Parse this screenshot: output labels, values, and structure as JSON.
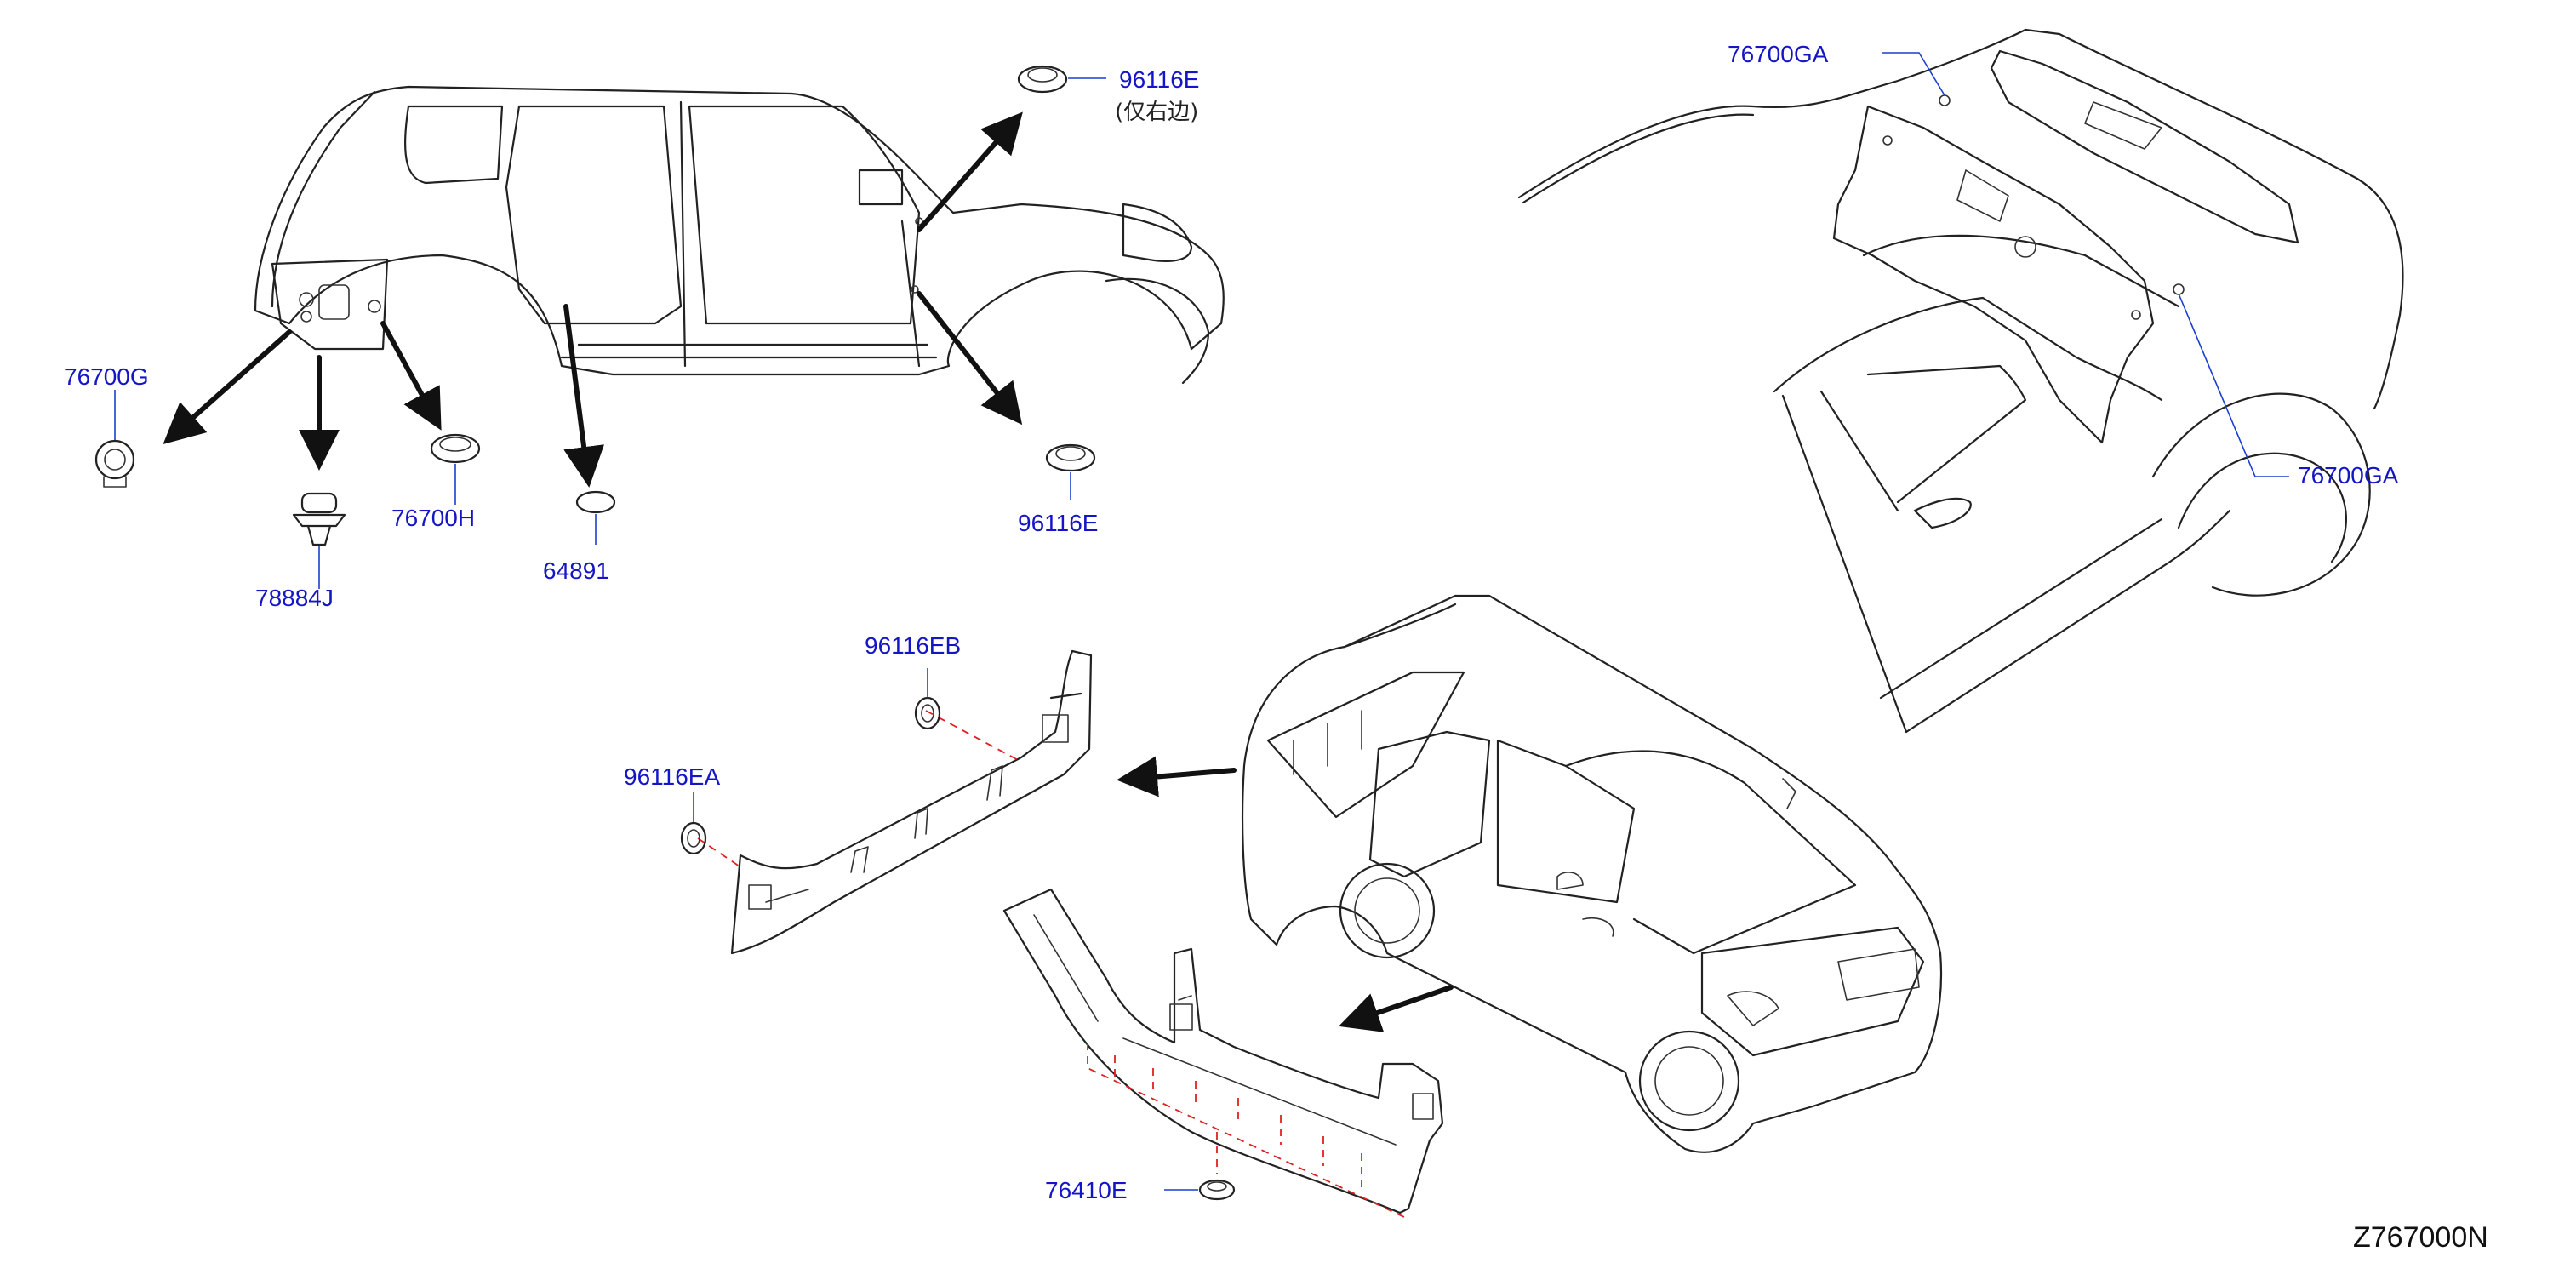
{
  "diagram": {
    "parts": [
      {
        "id": "p76700G",
        "label": "76700G"
      },
      {
        "id": "p78884J",
        "label": "78884J"
      },
      {
        "id": "p76700H",
        "label": "76700H"
      },
      {
        "id": "p64891",
        "label": "64891"
      },
      {
        "id": "p96116E_top",
        "label": "96116E",
        "note": "(仅右边)"
      },
      {
        "id": "p96116E_mid",
        "label": "96116E"
      },
      {
        "id": "p76700GA_top",
        "label": "76700GA"
      },
      {
        "id": "p76700GA_right",
        "label": "76700GA"
      },
      {
        "id": "p96116EA",
        "label": "96116EA"
      },
      {
        "id": "p96116EB",
        "label": "96116EB"
      },
      {
        "id": "p76410E",
        "label": "76410E"
      }
    ],
    "diagram_code": "Z767000N"
  },
  "colors": {
    "label": "#1515c8",
    "line": "#222222",
    "leader": "#1a3fd0",
    "dash": "#e02020"
  }
}
